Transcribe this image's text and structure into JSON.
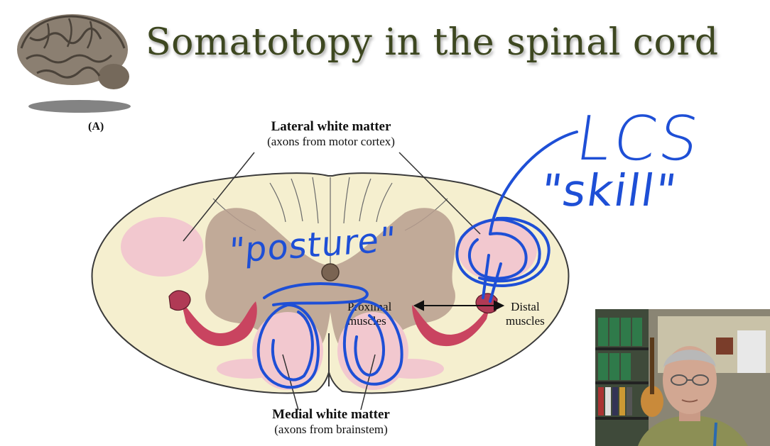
{
  "slide": {
    "title": "Somatotopy in the spinal cord",
    "panel_label": "(A)"
  },
  "diagram": {
    "lateral_label": {
      "title": "Lateral white matter",
      "subtitle": "(axons from motor cortex)"
    },
    "medial_label": {
      "title": "Medial white matter",
      "subtitle": "(axons from brainstem)"
    },
    "proximal_label": [
      "Proximal",
      "muscles"
    ],
    "distal_label": [
      "Distal",
      "muscles"
    ]
  },
  "annotations": {
    "lcs": "LCS",
    "skill": "\"skill\"",
    "posture": "\"posture\"",
    "ink_color": "#1e4fd6"
  },
  "colors": {
    "title": "#3d4720",
    "white_matter": "#f5efcf",
    "gray_matter": "#b79d8e",
    "tract": "#f2c8cf",
    "arm": "#c94460"
  },
  "webcam": {
    "icon": "presenter-video-feed"
  }
}
